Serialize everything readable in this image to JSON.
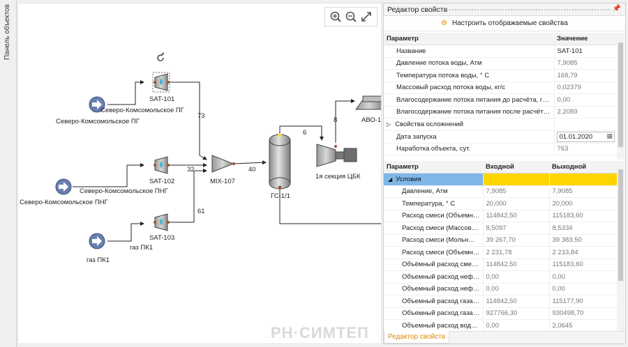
{
  "left_panel_label": "Панель объектов",
  "watermark": "РН·СИМТЕП",
  "diagram": {
    "labels": {
      "src1": "Северо-Комсомольское ПГ",
      "src1_line": "Северо-Комсомольское ПГ",
      "sat101": "SAT-101",
      "s73": "73",
      "src2": "Северо-Комсомольское ПНГ",
      "src2_line": "Северо-Комсомольское ПНГ",
      "sat102": "SAT-102",
      "s32": "32",
      "src3": "газ ПК1",
      "src3_line": "газ ПК1",
      "sat103": "SAT-103",
      "s61": "61",
      "mix": "MIX-107",
      "s40": "40",
      "sep": "ГС-1/1",
      "s6": "6",
      "s8": "8",
      "avo": "АВО-1",
      "comp": "1я секция ЦБК"
    }
  },
  "property_editor": {
    "title": "Редактор свойств",
    "configure_label": "Настроить отображаемые свойства",
    "table1": {
      "headers": [
        "Параметр",
        "Значение"
      ],
      "rows": [
        {
          "name": "Название",
          "value": "SAT-101"
        },
        {
          "name": "Давление потока воды, Атм",
          "value": "7,9085"
        },
        {
          "name": "Температура потока воды, ° С",
          "value": "168,79"
        },
        {
          "name": "Массовый расход потока воды, кг/с",
          "value": "0,02379"
        },
        {
          "name": "Влагосодержание потока питания до расчёта, г/м3",
          "value": "0,00"
        },
        {
          "name": "Влагосодержание потока питания после расчёта,…",
          "value": "2,2089"
        },
        {
          "name": "Свойства осложнений",
          "value": ""
        },
        {
          "name": "Дата запуска",
          "value": "01.01.2020"
        },
        {
          "name": "Наработка объекта, сут.",
          "value": "763"
        }
      ]
    },
    "table2": {
      "headers": [
        "Параметр",
        "Входной",
        "Выходной"
      ],
      "group": "Условия",
      "rows": [
        {
          "name": "Давление, Атм",
          "in": "7,9085",
          "out": "7,9085"
        },
        {
          "name": "Температура, ° С",
          "in": "20,000",
          "out": "20,000"
        },
        {
          "name": "Расход смеси (Объемны…",
          "in": "114842,50",
          "out": "115183,60"
        },
        {
          "name": "Расход смеси (Массовы…",
          "in": "8,5097",
          "out": "8,5334"
        },
        {
          "name": "Расход смеси (Мольный…",
          "in": "39 267,70",
          "out": "39 383,50"
        },
        {
          "name": "Расход смеси (Объемны…",
          "in": "2 231,78",
          "out": "2 233,84"
        },
        {
          "name": "Объёмный расход смес…",
          "in": "114842,50",
          "out": "115183,60"
        },
        {
          "name": "Объемный расход нефт…",
          "in": "0,00",
          "out": "0,00"
        },
        {
          "name": "Объемный расход нефт…",
          "in": "0,00",
          "out": "0,00"
        },
        {
          "name": "Объемный расход газа,…",
          "in": "114842,50",
          "out": "115177,90"
        },
        {
          "name": "Объемный расход газа…",
          "in": "927766,30",
          "out": "930498,70"
        },
        {
          "name": "Объемный расход воды,…",
          "in": "0,00",
          "out": "2,0645"
        }
      ]
    },
    "tab_label": "Редактор свойств"
  }
}
